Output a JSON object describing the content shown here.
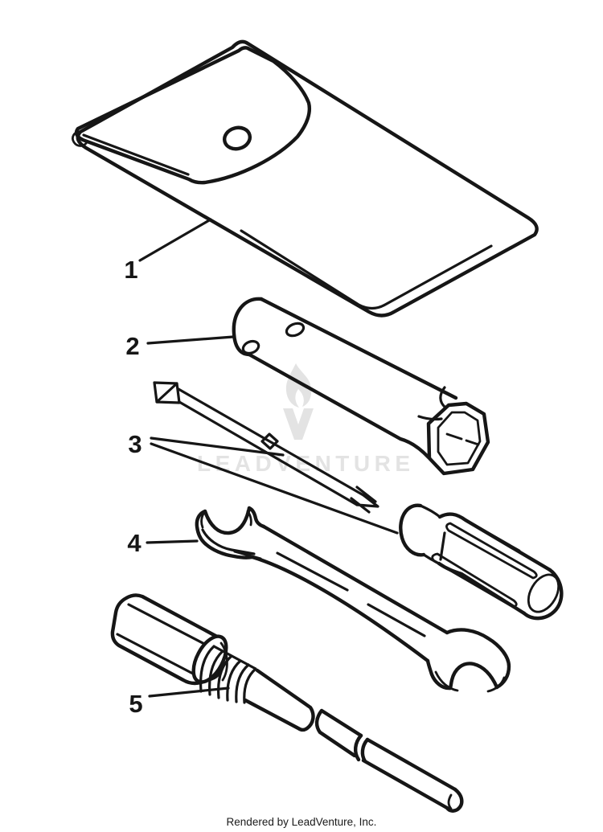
{
  "callouts": [
    {
      "label": "1"
    },
    {
      "label": "2"
    },
    {
      "label": "3"
    },
    {
      "label": "4"
    },
    {
      "label": "5"
    }
  ],
  "watermark": {
    "text": "LEADVENTURE"
  },
  "footer": {
    "text": "Rendered by LeadVenture, Inc."
  },
  "colors": {
    "line": "#161616",
    "watermark": "#e3e3e3",
    "background": "#ffffff"
  }
}
